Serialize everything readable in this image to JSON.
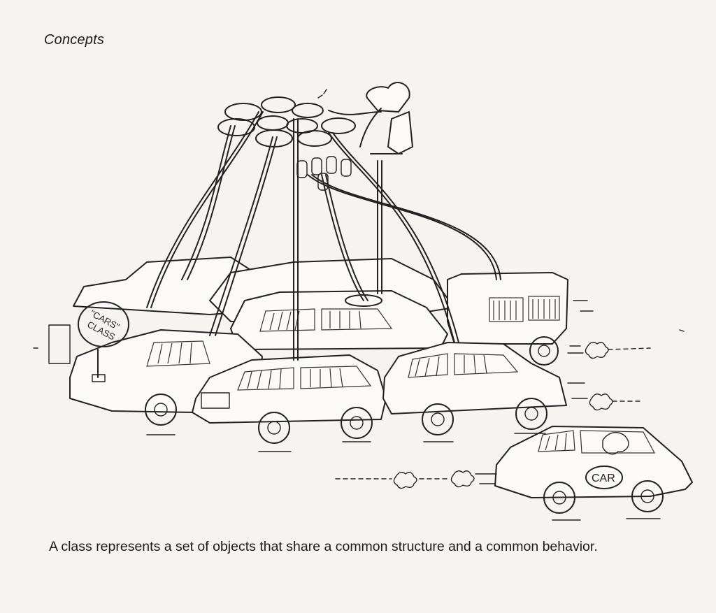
{
  "document": {
    "section_title": "Concepts",
    "caption": "A class represents a set of objects that share a common structure and a common behavior."
  },
  "illustration": {
    "sign_text_line1": "\"CARS\"",
    "sign_text_line2": "CLASS",
    "door_label": "CAR"
  }
}
